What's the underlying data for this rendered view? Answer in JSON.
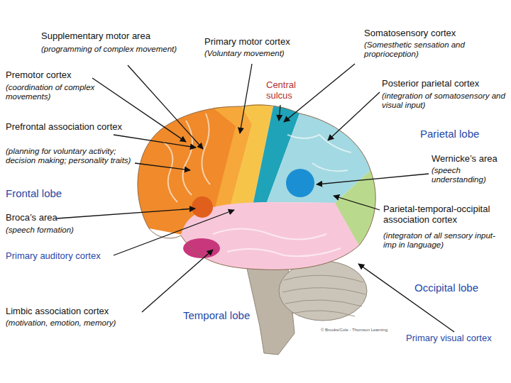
{
  "diagram": {
    "labels": [
      "Supplementary motor area",
      "(programming of complex movement)",
      "Primary motor cortex",
      "(Voluntary movement)",
      "Somatosensory cortex",
      "(Somesthetic sensation and proprioception)",
      "Premotor cortex",
      "(coordination of complex movements)",
      "Central sulcus",
      "Posterior parietal cortex",
      "(integration of somatosensory and visual input)",
      "Prefrontal association cortex",
      "Parietal lobe",
      "(planning for voluntary activity; decision making; personality traits)",
      "Wernicke’s area",
      "(speech understanding)",
      "Frontal lobe",
      "Parietal-temporal-occipital association cortex",
      "Broca’s area",
      "(speech formation)",
      "(integraton of all sensory input- imp in language)",
      "Primary auditory cortex",
      "Occipital lobe",
      "Limbic association cortex",
      "(motivation, emotion, memory)",
      "Temporal lobe",
      "© Brooks/Cole - Thomson Learning",
      "Primary visual cortex"
    ]
  }
}
